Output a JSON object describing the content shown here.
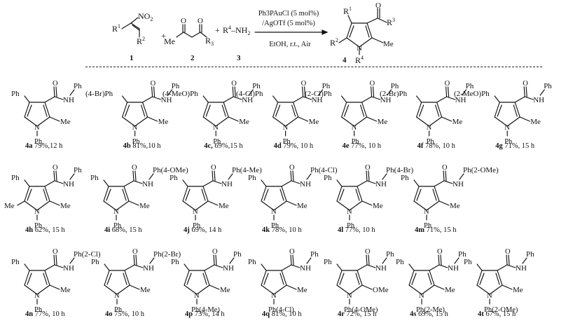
{
  "scheme": {
    "reactant_1": {
      "label": "1",
      "sub_r1": "R",
      "sub_r1_sup": "1",
      "sub_r2": "R",
      "sub_r2_sup": "2",
      "nitro": "NO",
      "nitro_sub": "2"
    },
    "reactant_2": {
      "label": "2",
      "me": "Me",
      "r3": "R",
      "r3_sup": "3"
    },
    "reactant_3": {
      "label": "3",
      "amine": "R",
      "amine_sup": "4",
      "amine_tail": "–NH",
      "amine_sub": "2"
    },
    "plus": "+",
    "conditions": {
      "catalyst": "Ph3PAuCl (5 mol%)",
      "cocatalyst": "/AgOTf (5 mol%)",
      "solvent": "EtOH, r.t., Air"
    },
    "product": {
      "label": "4",
      "r1": "R",
      "r1_sup": "1",
      "r2": "R",
      "r2_sup": "2",
      "r3": "R",
      "r3_sup": "3",
      "r4": "R",
      "r4_sup": "4",
      "n": "N",
      "me": "Me",
      "o": "O"
    }
  },
  "products": [
    {
      "id": "4a",
      "yield": "79%,12 h",
      "r1_prefix": "",
      "amide": "Ph",
      "r5": "",
      "n_sub": "Ph",
      "c2": "Me",
      "c5": ""
    },
    {
      "id": "4b",
      "yield": "81%,10 h",
      "r1_prefix": "(4-Br)",
      "amide": "Ph",
      "r5": "",
      "n_sub": "Ph",
      "c2": "Me",
      "c5": ""
    },
    {
      "id": "4c,",
      "yield": "69%,15 h",
      "r1_prefix": "(4-MeO)",
      "amide": "Ph",
      "r5": "",
      "n_sub": "Ph",
      "c2": "Me",
      "c5": ""
    },
    {
      "id": "4d",
      "yield": "79%, 10 h",
      "r1_prefix": "(4-Cl)",
      "amide": "Ph",
      "r5": "",
      "n_sub": "Ph",
      "c2": "Me",
      "c5": ""
    },
    {
      "id": "4e",
      "yield": "77%, 10 h",
      "r1_prefix": "(2-Cl)",
      "amide": "Ph",
      "r5": "",
      "n_sub": "Ph",
      "c2": "Me",
      "c5": ""
    },
    {
      "id": "4f",
      "yield": "78%, 10 h",
      "r1_prefix": "(2-Br)",
      "amide": "Ph",
      "r5": "",
      "n_sub": "Ph",
      "c2": "Me",
      "c5": ""
    },
    {
      "id": "4g",
      "yield": "71%, 15 h",
      "r1_prefix": "(2-MeO)",
      "amide": "Ph",
      "r5": "",
      "n_sub": "Ph",
      "c2": "Me",
      "c5": ""
    },
    {
      "id": "4h",
      "yield": "62%, 15 h",
      "r1_prefix": "",
      "amide": "Ph",
      "r5": "",
      "n_sub": "Ph",
      "c2": "Me",
      "c5": "Me"
    },
    {
      "id": "4i",
      "yield": "68%, 15 h",
      "r1_prefix": "",
      "amide": "Ph(4-OMe)",
      "r5": "",
      "n_sub": "Ph",
      "c2": "Me",
      "c5": ""
    },
    {
      "id": "4j",
      "yield": "69%, 14 h",
      "r1_prefix": "",
      "amide": "Ph(4-Me)",
      "r5": "",
      "n_sub": "Ph",
      "c2": "Me",
      "c5": ""
    },
    {
      "id": "4k",
      "yield": "78%, 10 h",
      "r1_prefix": "",
      "amide": "Ph(4-Cl)",
      "r5": "",
      "n_sub": "Ph",
      "c2": "Me",
      "c5": ""
    },
    {
      "id": "4l",
      "yield": "77%, 10 h",
      "r1_prefix": "",
      "amide": "Ph(4-Br)",
      "r5": "",
      "n_sub": "Ph",
      "c2": "Me",
      "c5": ""
    },
    {
      "id": "4m",
      "yield": "71%, 15 h",
      "r1_prefix": "",
      "amide": "Ph(2-OMe)",
      "r5": "",
      "n_sub": "Ph",
      "c2": "Me",
      "c5": ""
    },
    {
      "id": "4n",
      "yield": "77%, 10 h",
      "r1_prefix": "",
      "amide": "Ph(2-Cl)",
      "r5": "",
      "n_sub": "Ph",
      "c2": "Me",
      "c5": ""
    },
    {
      "id": "4o",
      "yield": "75%, 10 h",
      "r1_prefix": "",
      "amide": "Ph(2-Br)",
      "r5": "",
      "n_sub": "Ph",
      "c2": "Me",
      "c5": ""
    },
    {
      "id": "4p",
      "yield": "73%, 14 h",
      "r1_prefix": "",
      "amide": "Ph",
      "r5": "",
      "n_sub": "Ph(4-Me)",
      "c2": "Me",
      "c5": ""
    },
    {
      "id": "4q",
      "yield": "81%, 10 h",
      "r1_prefix": "",
      "amide": "Ph",
      "r5": "",
      "n_sub": "Ph(4-Cl)",
      "c2": "Me",
      "c5": ""
    },
    {
      "id": "4r",
      "yield": "72%, 15 h",
      "r1_prefix": "",
      "amide": "Ph",
      "r5": "",
      "n_sub": "Ph(4-OMe)",
      "c2": "OMe",
      "c5": ""
    },
    {
      "id": "4s",
      "yield": "69%, 15 h",
      "r1_prefix": "",
      "amide": "Ph",
      "r5": "",
      "n_sub": "Ph(2-Me)",
      "c2": "Me",
      "c5": ""
    },
    {
      "id": "4t",
      "yield": "67%, 15 h",
      "r1_prefix": "",
      "amide": "Ph",
      "r5": "",
      "n_sub": "Ph(2-OMe)",
      "c2": "Me",
      "c5": ""
    }
  ],
  "labels": {
    "ph": "Ph",
    "nh": "NH",
    "n": "N",
    "o": "O"
  },
  "colors": {
    "ink": "#111111",
    "background": "#ffffff"
  }
}
